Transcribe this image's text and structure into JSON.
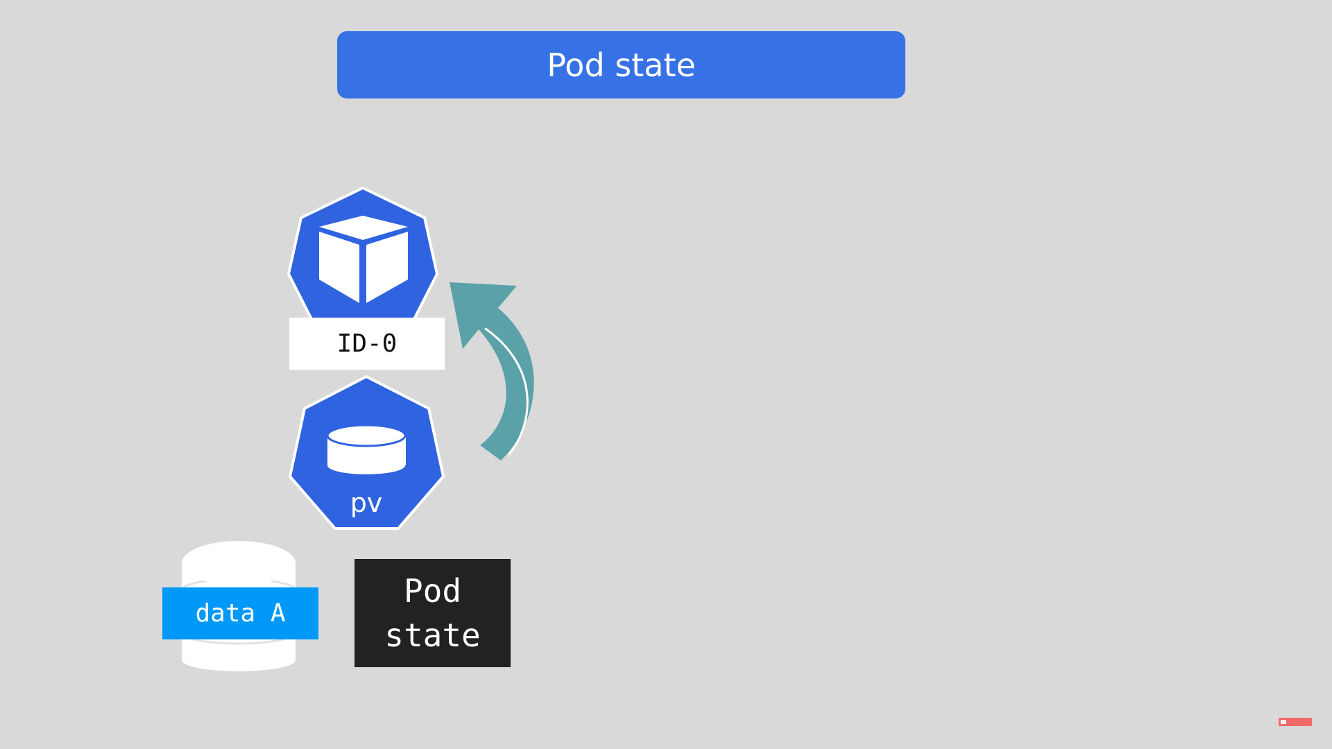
{
  "title": "Pod state",
  "pod": {
    "icon": "kubernetes-pod-cube-icon",
    "id_label": "ID-0"
  },
  "volume": {
    "icon": "persistent-volume-disk-icon",
    "label": "pv"
  },
  "storage": {
    "icon": "database-cylinder-icon",
    "label": "data A"
  },
  "state_box": {
    "text": "Pod\nstate"
  },
  "arrow": {
    "icon": "curved-arrow-up-icon",
    "color": "#5ba2a8"
  },
  "colors": {
    "background": "#d9d9d9",
    "banner": "#3671e6",
    "hexagon": "#2f63e0",
    "data_label": "#0099f8",
    "state_box": "#222222"
  },
  "subscribe_badge": {
    "icon": "youtube-icon"
  }
}
